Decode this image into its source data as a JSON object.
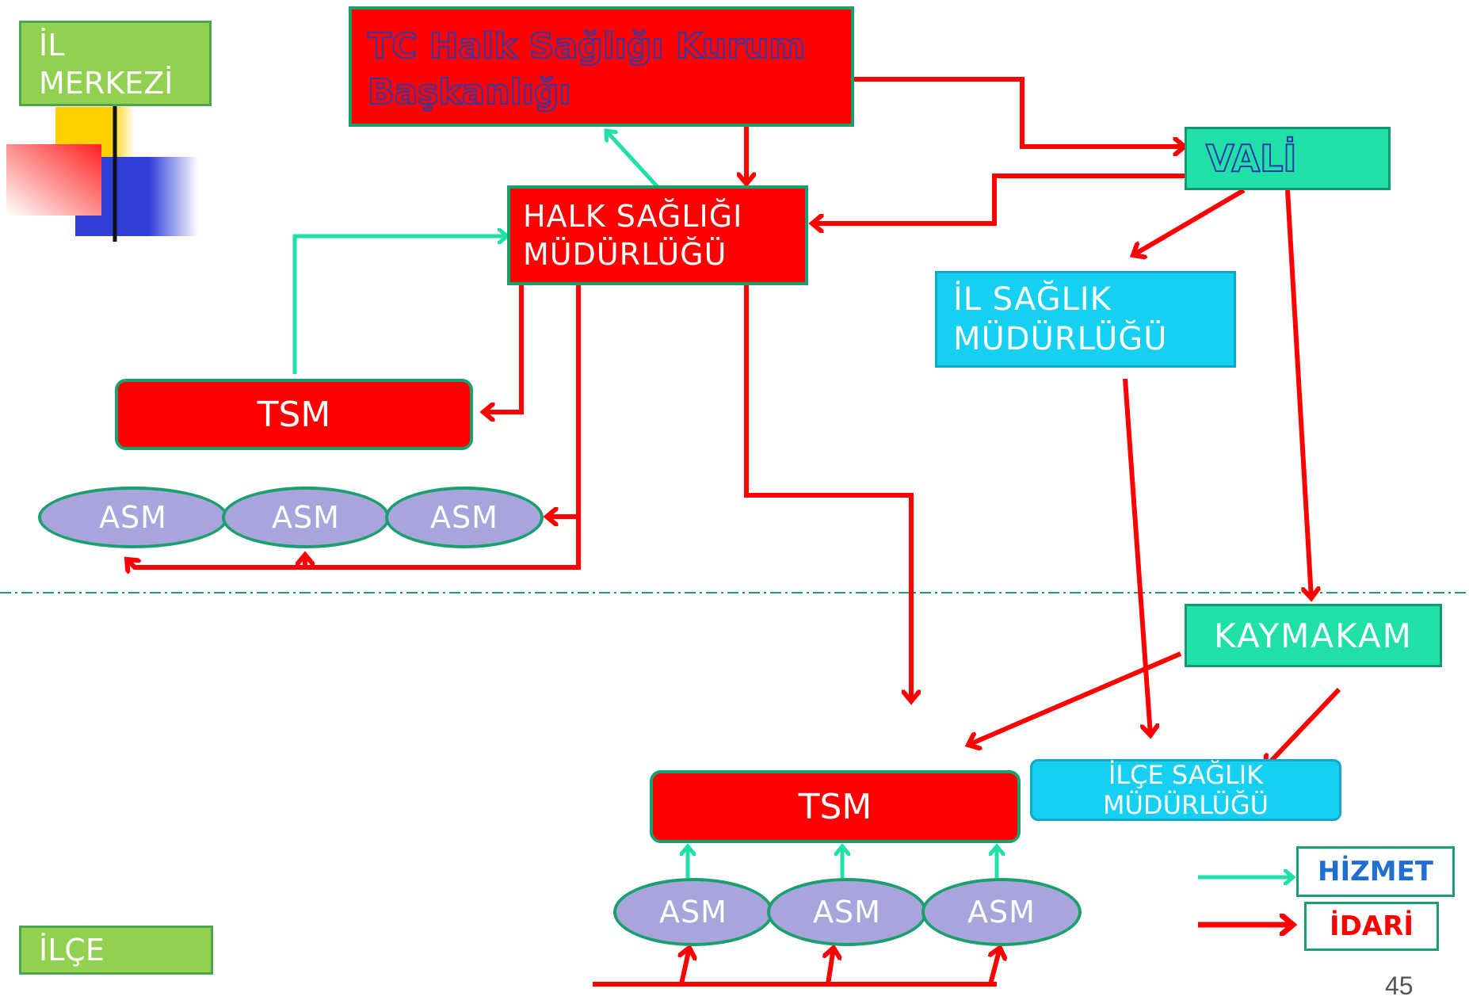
{
  "diagram": {
    "il_merkezi": "İL MERKEZİ",
    "ilce": "İLÇE",
    "tc_halk": "TC Halk Sağlığı Kurum Başkanlığı",
    "vali": "VALİ",
    "halk_sagligi": "HALK SAĞLIĞI MÜDÜRLÜĞÜ",
    "il_saglik": "İL SAĞLIK MÜDÜRLÜĞÜ",
    "tsm_top": "TSM",
    "asm_top": [
      "ASM",
      "ASM",
      "ASM"
    ],
    "kaymakam": "KAYMAKAM",
    "ilce_saglik": "İLÇE SAĞLIK MÜDÜRLÜĞÜ",
    "tsm_bottom": "TSM",
    "asm_bottom": [
      "ASM",
      "ASM",
      "ASM"
    ]
  },
  "legend": {
    "hizmet": "HİZMET",
    "idari": "İDARİ"
  },
  "page_number": "45",
  "colors": {
    "red": "#ff0000",
    "teal": "#1fe0a8",
    "cyan": "#15d0f0",
    "green": "#92d050",
    "hizmet_text": "#1f6fd0",
    "idari_text": "#ff0000"
  }
}
